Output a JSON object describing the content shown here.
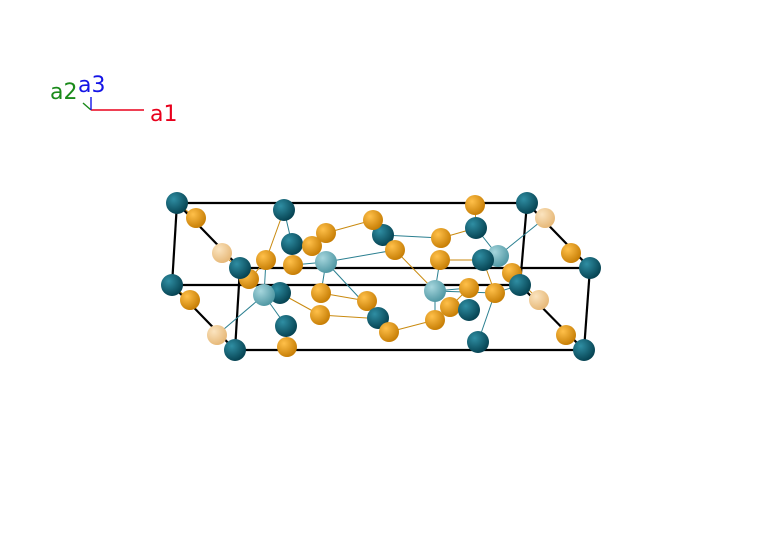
{
  "axes": {
    "a1": {
      "label": "a1",
      "color": "#e8001c"
    },
    "a2": {
      "label": "a2",
      "color": "#1a8a1a"
    },
    "a3": {
      "label": "a3",
      "color": "#1414e6"
    }
  },
  "colors": {
    "cell_edge": "#000000",
    "teal_atom": "#0e5a6e",
    "light_teal_atom": "#6fb1bc",
    "orange_atom": "#e89a12",
    "pale_orange_atom": "#f2cc8f",
    "orange_bond": "#c98a10",
    "teal_bond": "#2a7f90"
  }
}
